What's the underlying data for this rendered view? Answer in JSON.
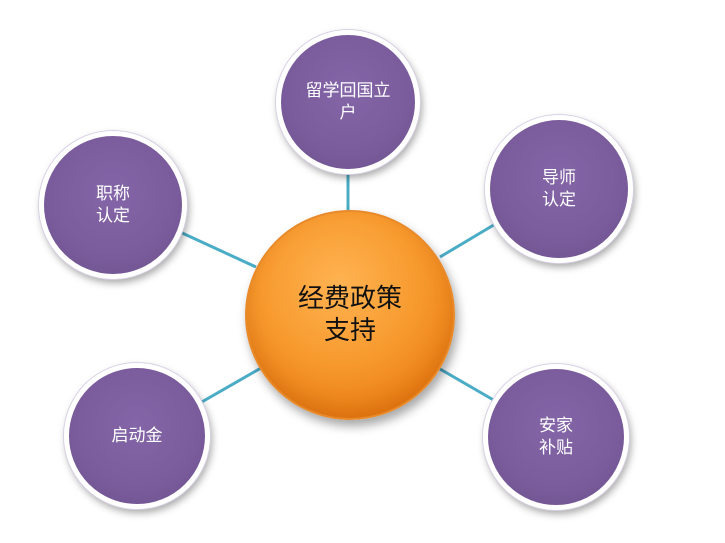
{
  "hub": {
    "label": "经费政策\n支持",
    "color": "#f79a2e"
  },
  "satellites": [
    {
      "key": "top",
      "label": "留学回国立\n户"
    },
    {
      "key": "top-left",
      "label": "职称\n认定"
    },
    {
      "key": "top-right",
      "label": "导师\n认定"
    },
    {
      "key": "bottom-left",
      "label": "启动金"
    },
    {
      "key": "bottom-right",
      "label": "安家\n补贴"
    }
  ],
  "colors": {
    "satellite": "#7a5c9c",
    "connector": "#4bacc6",
    "satellite_border": "#ffffff"
  }
}
